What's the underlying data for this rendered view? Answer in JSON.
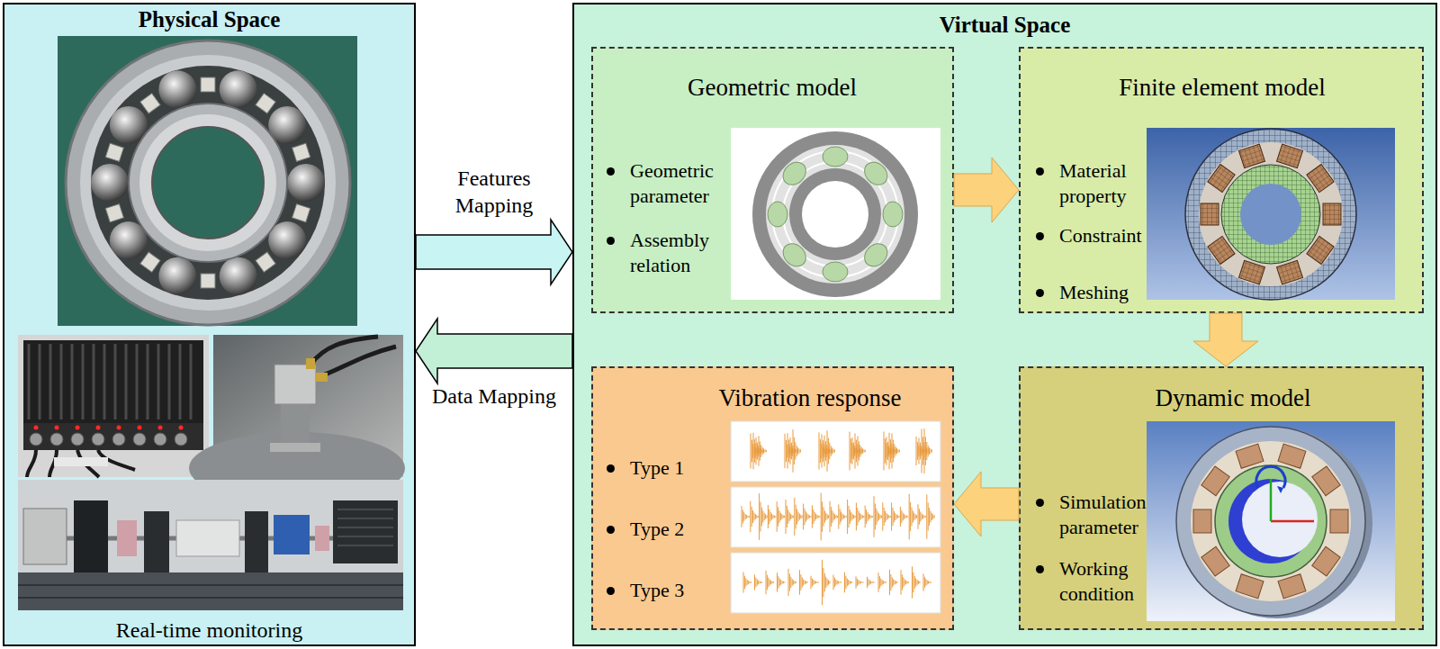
{
  "diagram": {
    "nodes": [
      {
        "text": [
          "Physical Space",
          "Real-time monitoring"
        ]
      },
      {
        "text": [
          "Virtual Space"
        ]
      },
      {
        "text": [
          "Geometric model",
          "Geometric parameter",
          "Assembly relation"
        ],
        "in": 1
      },
      {
        "text": [
          "Finite element model",
          "Material property",
          "Constraint",
          "Meshing"
        ],
        "in": 1
      },
      {
        "text": [
          "Vibration response",
          "Type 1",
          "Type 2",
          "Type 3"
        ],
        "in": 1
      },
      {
        "text": [
          "Dynamic model",
          "Simulation parameter",
          "Working condition"
        ],
        "in": 1
      }
    ],
    "edges": [
      {
        "from": 0,
        "to": 1,
        "arrow": "to",
        "label": "Features Mapping"
      },
      {
        "from": 1,
        "to": 0,
        "arrow": "to",
        "label": "Data Mapping"
      },
      {
        "from": 2,
        "to": 3,
        "arrow": "to"
      },
      {
        "from": 3,
        "to": 5,
        "arrow": "to"
      },
      {
        "from": 5,
        "to": 4,
        "arrow": "to"
      }
    ]
  }
}
